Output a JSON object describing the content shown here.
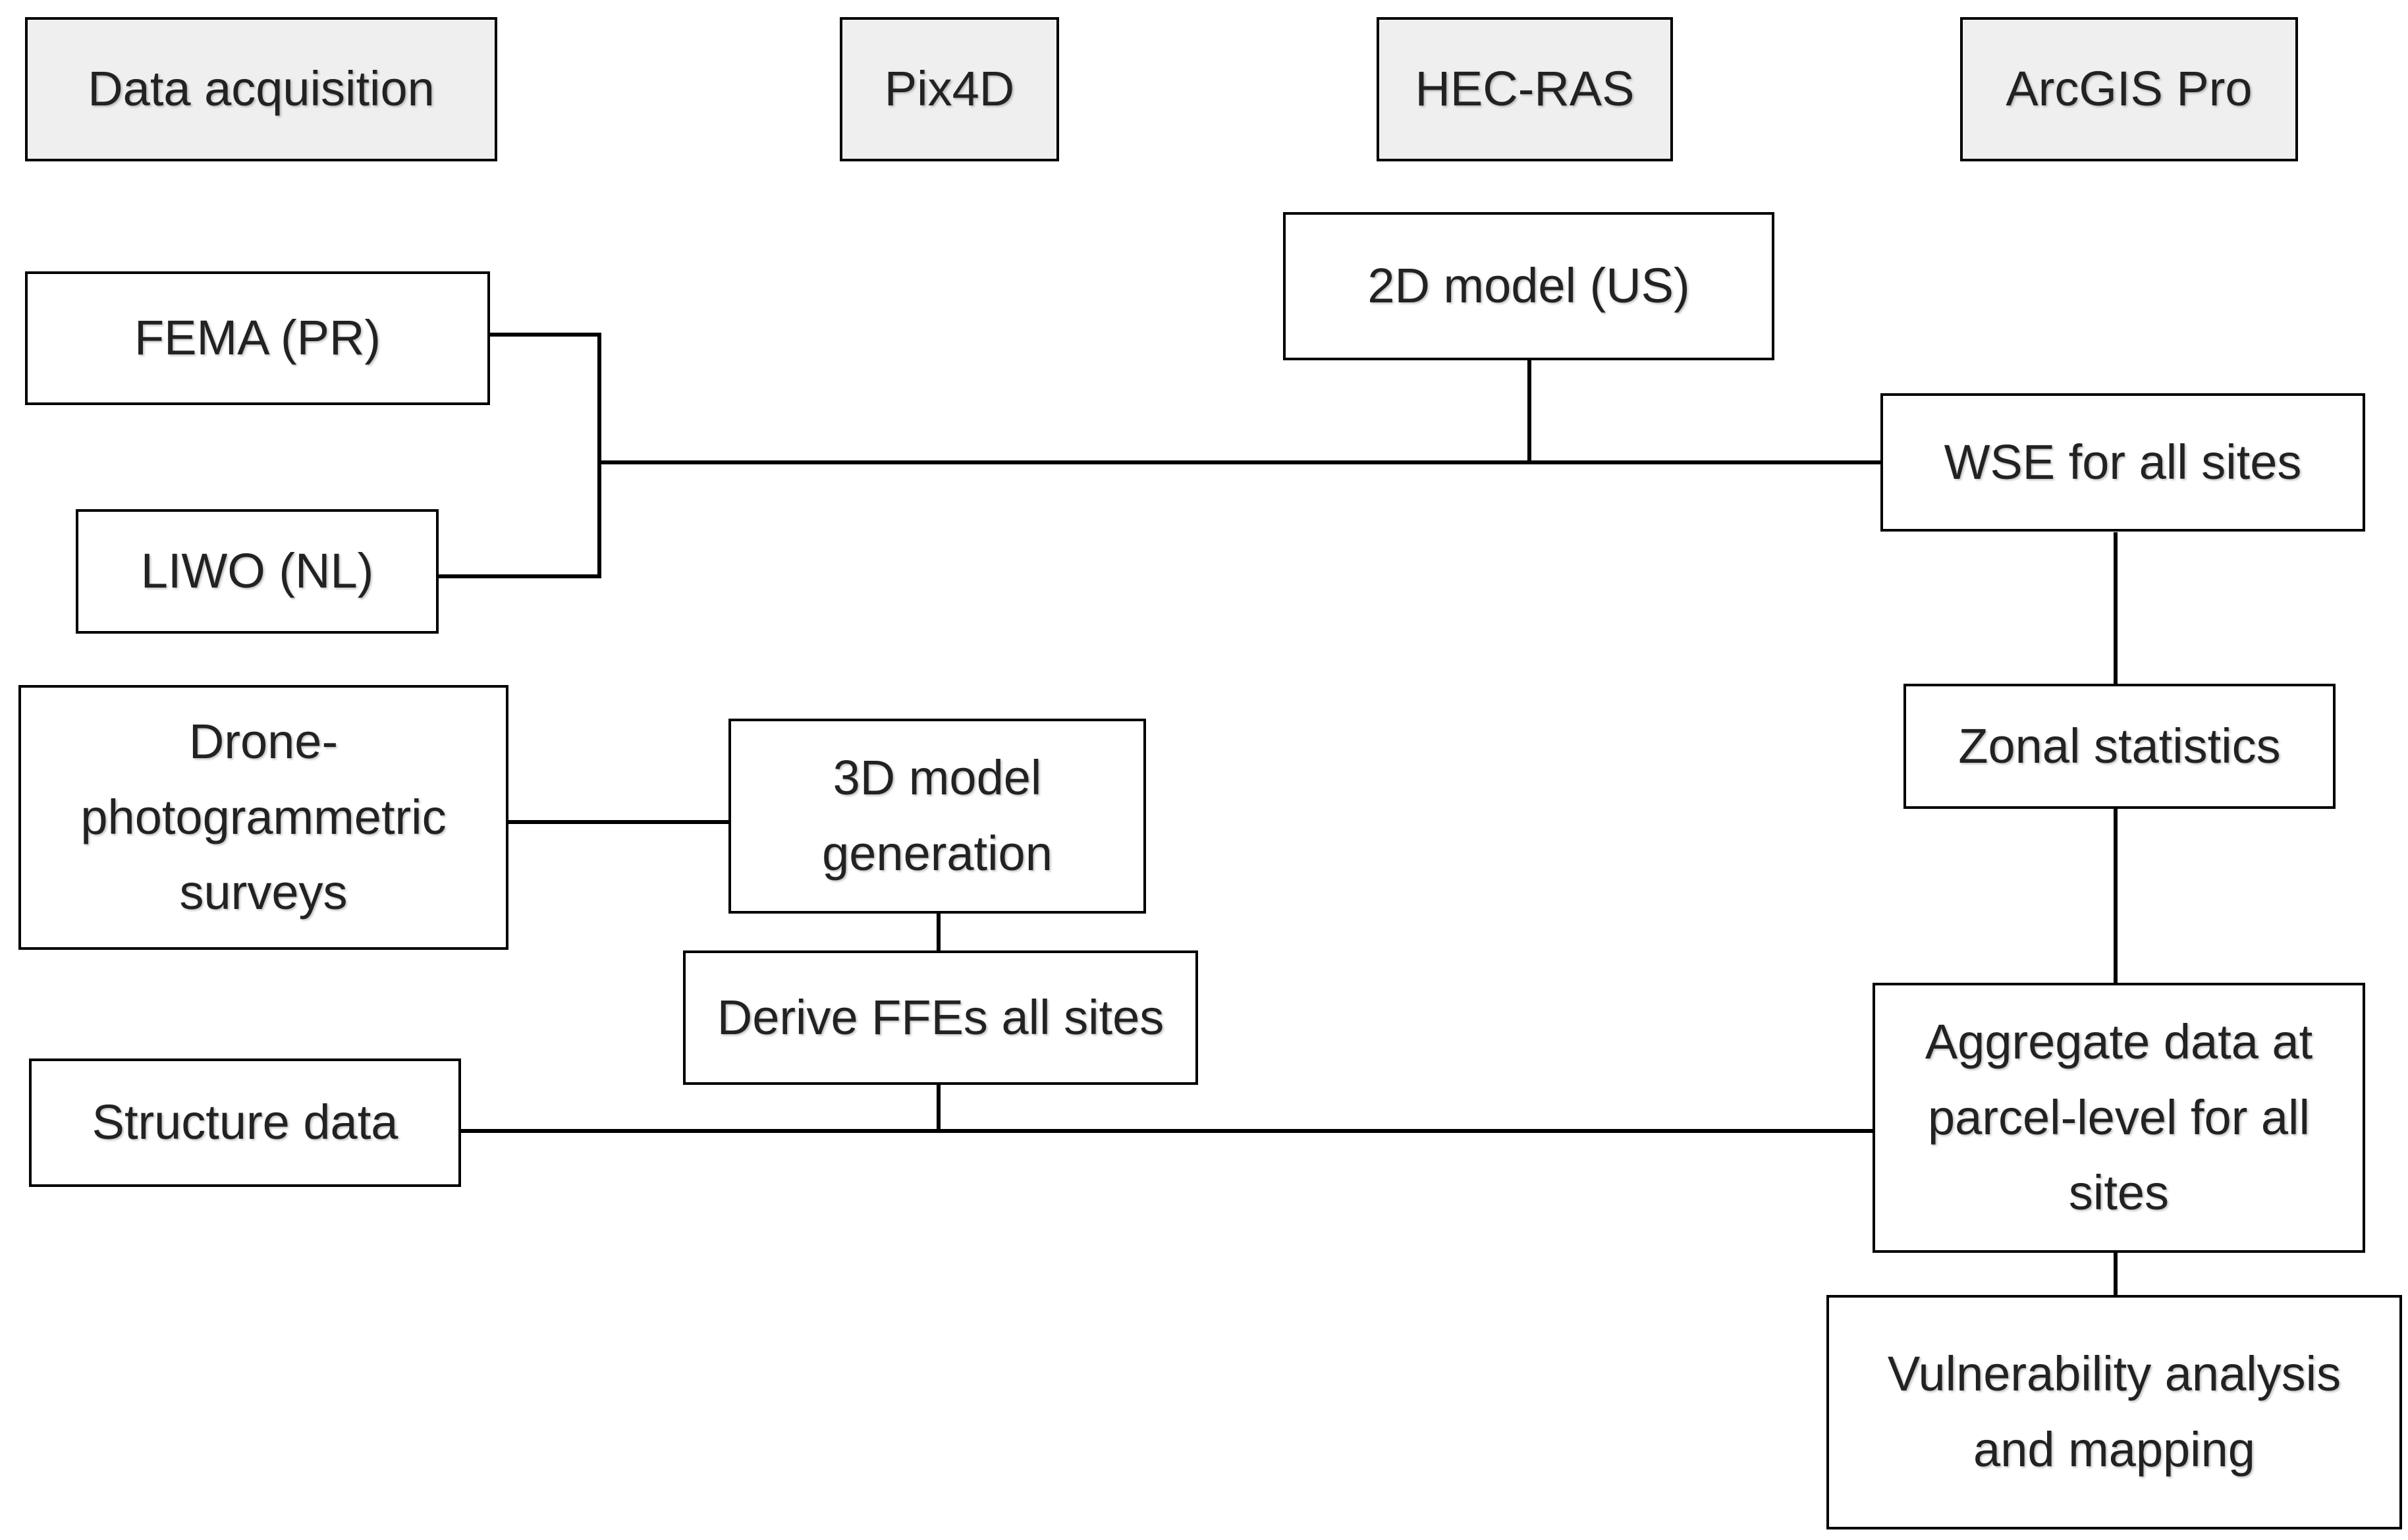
{
  "headers": {
    "data_acquisition": "Data acquisition",
    "pix4d": "Pix4D",
    "hec_ras": "HEC-RAS",
    "arcgis_pro": "ArcGIS Pro"
  },
  "nodes": {
    "fema": "FEMA (PR)",
    "liwo": "LIWO (NL)",
    "drone": "Drone-\nphotogrammetric\nsurveys",
    "structure": "Structure data",
    "model_3d": "3D model\ngeneration",
    "derive_ffe": "Derive FFEs all sites",
    "model_2d": "2D model (US)",
    "wse": "WSE for all sites",
    "zonal": "Zonal statistics",
    "aggregate": "Aggregate data at\nparcel-level for all\nsites",
    "vulnerability": "Vulnerability analysis\nand mapping"
  },
  "colors": {
    "header_fill": "#efefef",
    "box_fill": "#ffffff",
    "line": "#000000"
  }
}
